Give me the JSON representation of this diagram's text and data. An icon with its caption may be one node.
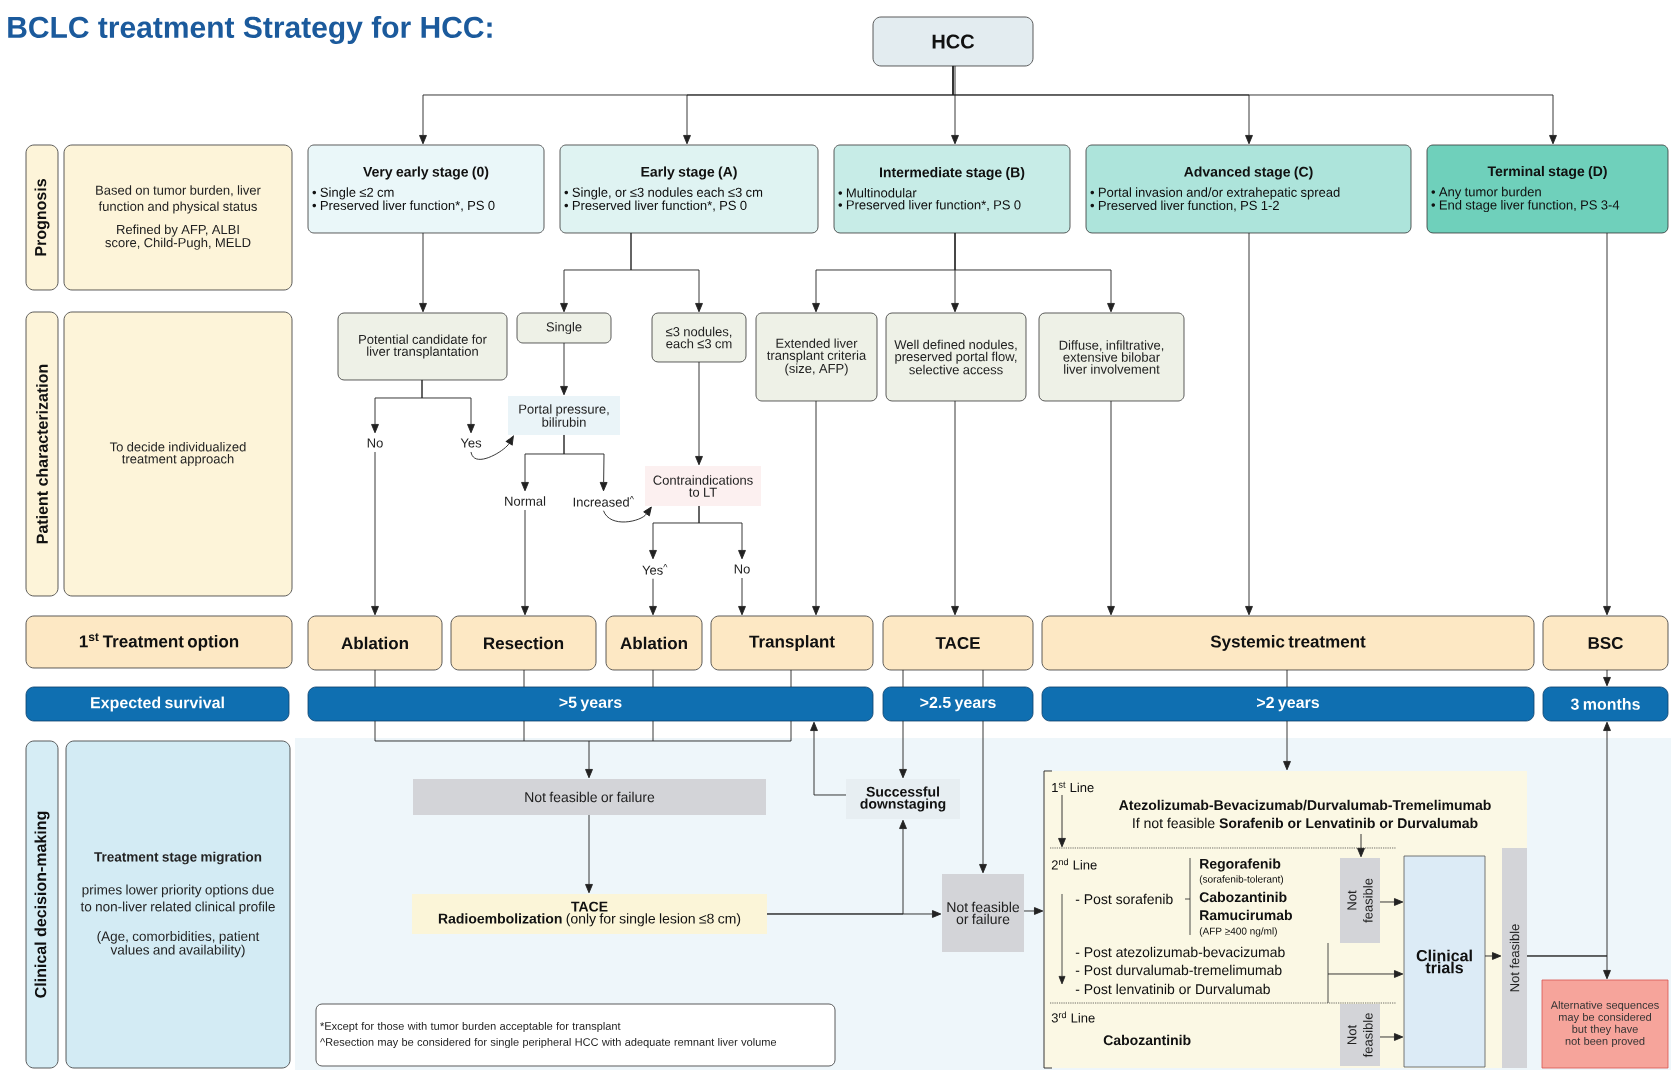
{
  "diagram": {
    "title": "BCLC treatment Strategy for HCC:",
    "nodes": [
      {
        "text": [
          "HCC"
        ]
      },
      {
        "text": [
          "Prognosis"
        ]
      },
      {
        "text": [
          "Based on tumor burden, liver function and physical status",
          "Refined by AFP, ALBI score, Child-Pugh, MELD"
        ]
      },
      {
        "text": [
          "Very early stage (0)",
          "• Single ≤2 cm",
          "• Preserved liver function*, PS 0"
        ]
      },
      {
        "text": [
          "Early stage (A)",
          "• Single, or ≤3 nodules each ≤3 cm",
          "• Preserved liver function*, PS 0"
        ]
      },
      {
        "text": [
          "Intermediate stage (B)",
          "• Multinodular",
          "• Preserved liver function*, PS 0"
        ]
      },
      {
        "text": [
          "Advanced stage (C)",
          "• Portal invasion and/or extrahepatic spread",
          "• Preserved liver function, PS 1-2"
        ]
      },
      {
        "text": [
          "Terminal stage (D)",
          "• Any tumor burden",
          "• End stage liver function, PS 3-4"
        ]
      },
      {
        "text": [
          "Patient characterization"
        ]
      },
      {
        "text": [
          "To decide individualized treatment approach"
        ]
      },
      {
        "text": [
          "Potential candidate for liver transplantation"
        ]
      },
      {
        "text": [
          "Single"
        ]
      },
      {
        "text": [
          "≤3 nodules, each ≤3 cm"
        ]
      },
      {
        "text": [
          "Extended liver transplant criteria (size, AFP)"
        ]
      },
      {
        "text": [
          "Well defined nodules, preserved portal flow, selective access"
        ]
      },
      {
        "text": [
          "Diffuse, infiltrative, extensive bilobar liver involvement"
        ]
      },
      {
        "text": [
          "No"
        ]
      },
      {
        "text": [
          "Yes"
        ]
      },
      {
        "text": [
          "Portal pressure, bilirubin"
        ]
      },
      {
        "text": [
          "Normal"
        ]
      },
      {
        "text": [
          "Increased$^{^}$"
        ]
      },
      {
        "text": [
          "Contraindications to LT"
        ]
      },
      {
        "text": [
          "Yes$^{^}$"
        ]
      },
      {
        "text": [
          "No"
        ]
      },
      {
        "text": [
          "1$^{st}$ Treatment option"
        ]
      },
      {
        "text": [
          "Ablation"
        ]
      },
      {
        "text": [
          "Resection"
        ]
      },
      {
        "text": [
          "Ablation"
        ]
      },
      {
        "text": [
          "Transplant"
        ]
      },
      {
        "text": [
          "TACE"
        ]
      },
      {
        "text": [
          "Systemic treatment"
        ]
      },
      {
        "text": [
          "BSC"
        ]
      },
      {
        "text": [
          "Expected survival"
        ]
      },
      {
        "text": [
          ">5 years"
        ]
      },
      {
        "text": [
          ">2.5 years"
        ]
      },
      {
        "text": [
          ">2 years"
        ]
      },
      {
        "text": [
          "3 months"
        ]
      },
      {
        "text": [
          "Clinical decision-making"
        ]
      },
      {
        "text": [
          "Treatment stage migration",
          "primes lower priority options due to non-liver related clinical profile",
          "(Age, comorbidities, patient values and availability)"
        ]
      },
      {
        "text": [
          "Not feasible or failure"
        ]
      },
      {
        "text": [
          "Successful downstaging"
        ]
      },
      {
        "text": [
          "TACE",
          "**Radioembolization** (only for single lesion ≤8 cm)"
        ]
      },
      {
        "text": [
          "Not feasible or failure"
        ]
      },
      {
        "text": [],
        "shape": "box"
      },
      {
        "text": [
          "1$^{st}$ Line",
          "Atezolizumab-Bevacizumab/Durvalumab-Tremelimumab",
          "If not feasible **Sorafenib or Lenvatinib or Durvalumab**"
        ],
        "in": 43
      },
      {
        "text": [
          "2$^{nd}$ Line",
          "- Post sorafenib",
          "Regorafenib",
          "(sorafenib-tolerant)",
          "Cabozantinib",
          "Ramucirumab",
          "(AFP ≥400 ng/ml)",
          "- Post atezolizumab-bevacizumab",
          "- Post durvalumab-tremelimumab",
          "- Post lenvatinib or Durvalumab"
        ],
        "in": 43
      },
      {
        "text": [
          "3$^{rd}$ Line",
          "Cabozantinib"
        ],
        "in": 43
      },
      {
        "text": [
          "Not feasible"
        ],
        "in": 43
      },
      {
        "text": [
          "Clinical trials"
        ],
        "in": 43
      },
      {
        "text": [
          "Not feasible"
        ],
        "in": 43
      },
      {
        "text": [
          "Not feasible"
        ],
        "in": 43
      },
      {
        "text": [
          "Alternative sequences may be considered but they have not been proved"
        ]
      },
      {
        "text": [
          "*Except for those with tumor burden acceptable for transplant",
          "^Resection may be considered for single peripheral HCC with adequate remnant liver volume"
        ]
      }
    ],
    "edges": [
      {
        "from": 0,
        "to": 3,
        "arrow": "to"
      },
      {
        "from": 0,
        "to": 4,
        "arrow": "to"
      },
      {
        "from": 0,
        "to": 5,
        "arrow": "to"
      },
      {
        "from": 0,
        "to": 6,
        "arrow": "to"
      },
      {
        "from": 0,
        "to": 7,
        "arrow": "to"
      },
      {
        "from": 3,
        "to": 10,
        "arrow": "to"
      },
      {
        "from": 4,
        "to": 11,
        "arrow": "to"
      },
      {
        "from": 4,
        "to": 12,
        "arrow": "to"
      },
      {
        "from": 5,
        "to": 13,
        "arrow": "to"
      },
      {
        "from": 5,
        "to": 14,
        "arrow": "to"
      },
      {
        "from": 5,
        "to": 15,
        "arrow": "to"
      },
      {
        "from": 10,
        "to": 16,
        "arrow": "to"
      },
      {
        "from": 10,
        "to": 17,
        "arrow": "to"
      },
      {
        "from": 17,
        "to": 18,
        "arrow": "to"
      },
      {
        "from": 11,
        "to": 18,
        "arrow": "to"
      },
      {
        "from": 18,
        "to": 19,
        "arrow": "to"
      },
      {
        "from": 18,
        "to": 20,
        "arrow": "to"
      },
      {
        "from": 20,
        "to": 21,
        "arrow": "to"
      },
      {
        "from": 12,
        "to": 21,
        "arrow": "to"
      },
      {
        "from": 21,
        "to": 22,
        "arrow": "to"
      },
      {
        "from": 21,
        "to": 23,
        "arrow": "to"
      },
      {
        "from": 16,
        "to": 25,
        "arrow": "to"
      },
      {
        "from": 19,
        "to": 26,
        "arrow": "to"
      },
      {
        "from": 22,
        "to": 27,
        "arrow": "to"
      },
      {
        "from": 23,
        "to": 28,
        "arrow": "to"
      },
      {
        "from": 13,
        "to": 28,
        "arrow": "to"
      },
      {
        "from": 14,
        "to": 29,
        "arrow": "to"
      },
      {
        "from": 15,
        "to": 30,
        "arrow": "to"
      },
      {
        "from": 6,
        "to": 30,
        "arrow": "to"
      },
      {
        "from": 7,
        "to": 31,
        "arrow": "to"
      },
      {
        "from": 25,
        "to": 33,
        "arrow": "none"
      },
      {
        "from": 26,
        "to": 33,
        "arrow": "none"
      },
      {
        "from": 27,
        "to": 33,
        "arrow": "none"
      },
      {
        "from": 28,
        "to": 33,
        "arrow": "none"
      },
      {
        "from": 33,
        "to": 39,
        "arrow": "to"
      },
      {
        "from": 31,
        "to": 36,
        "arrow": "to"
      },
      {
        "from": 30,
        "to": 35,
        "arrow": "none"
      },
      {
        "from": 35,
        "to": 43,
        "arrow": "to"
      },
      {
        "from": 29,
        "to": 34,
        "arrow": "none"
      },
      {
        "from": 29,
        "to": 34,
        "arrow": "none"
      },
      {
        "from": 34,
        "to": 40,
        "arrow": "to"
      },
      {
        "from": 34,
        "to": 42,
        "arrow": "to"
      },
      {
        "from": 40,
        "to": 33,
        "arrow": "to"
      },
      {
        "from": 39,
        "to": 41,
        "arrow": "to"
      },
      {
        "from": 41,
        "to": 42,
        "arrow": "to"
      },
      {
        "from": 41,
        "to": 40,
        "arrow": "to"
      },
      {
        "from": 42,
        "to": 43,
        "arrow": "to"
      },
      {
        "from": 44,
        "to": 45,
        "arrow": "to"
      },
      {
        "from": 44,
        "to": 47,
        "arrow": "to"
      },
      {
        "from": 47,
        "to": 48,
        "arrow": "to"
      },
      {
        "from": 45,
        "to": 48,
        "arrow": "to"
      },
      {
        "from": 49,
        "to": 48,
        "arrow": "to"
      },
      {
        "from": 48,
        "to": 50,
        "arrow": "to"
      },
      {
        "from": 50,
        "to": 36,
        "arrow": "to"
      },
      {
        "from": 50,
        "to": 51,
        "arrow": "to"
      }
    ]
  }
}
